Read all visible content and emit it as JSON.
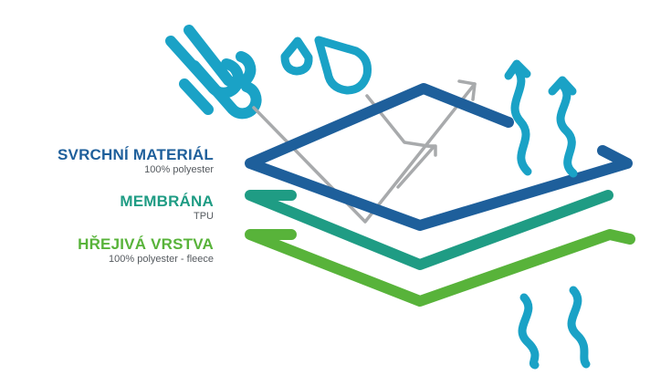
{
  "colors": {
    "outer": "#1e5f9b",
    "membrane": "#1f9c84",
    "fleece": "#58b33a",
    "weather": "#1aa2c6",
    "arrows": "#a8aaac"
  },
  "icons": [
    "wind-icon",
    "water-drops-icon",
    "vapor-arrow-icon",
    "heat-wave-icon"
  ],
  "layers": [
    {
      "key": "outer",
      "title": "SVRCHNÍ MATERIÁL",
      "subtitle": "100% polyester"
    },
    {
      "key": "membrane",
      "title": "MEMBRÁNA",
      "subtitle": "TPU"
    },
    {
      "key": "fleece",
      "title": "HŘEJIVÁ VRSTVA",
      "subtitle": "100% polyester - fleece"
    }
  ]
}
